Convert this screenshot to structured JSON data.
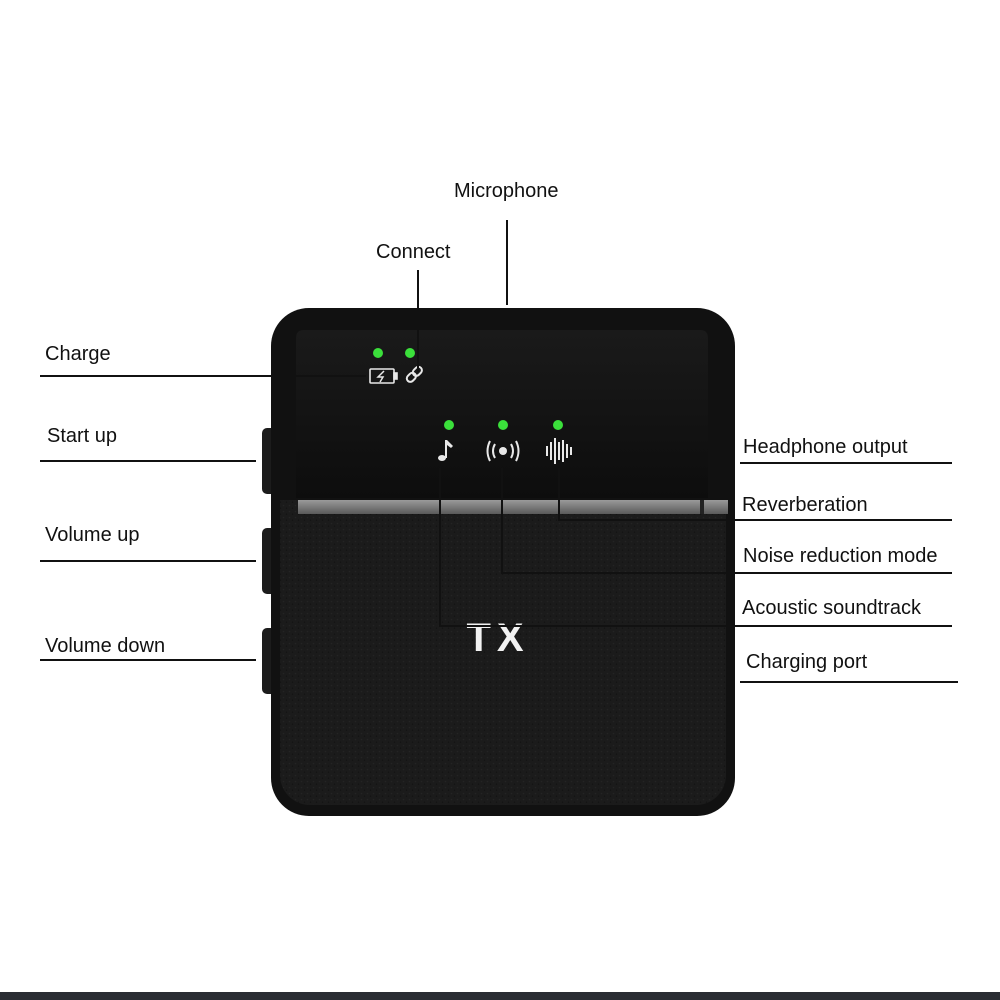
{
  "labels": {
    "microphone": "Microphone",
    "connect": "Connect",
    "charge": "Charge",
    "start_up": "Start up",
    "volume_up": "Volume up",
    "volume_down": "Volume down",
    "headphone_output": "Headphone output",
    "reverberation": "Reverberation",
    "noise_reduction_mode": "Noise reduction mode",
    "acoustic_soundtrack": "Acoustic soundtrack",
    "charging_port": "Charging port"
  },
  "device": {
    "model_text": "TX",
    "led_color": "#3be03b",
    "body_color": "#141414",
    "icons": [
      "battery-charge-icon",
      "link-icon",
      "music-note-icon",
      "broadcast-icon",
      "sound-wave-icon"
    ]
  }
}
